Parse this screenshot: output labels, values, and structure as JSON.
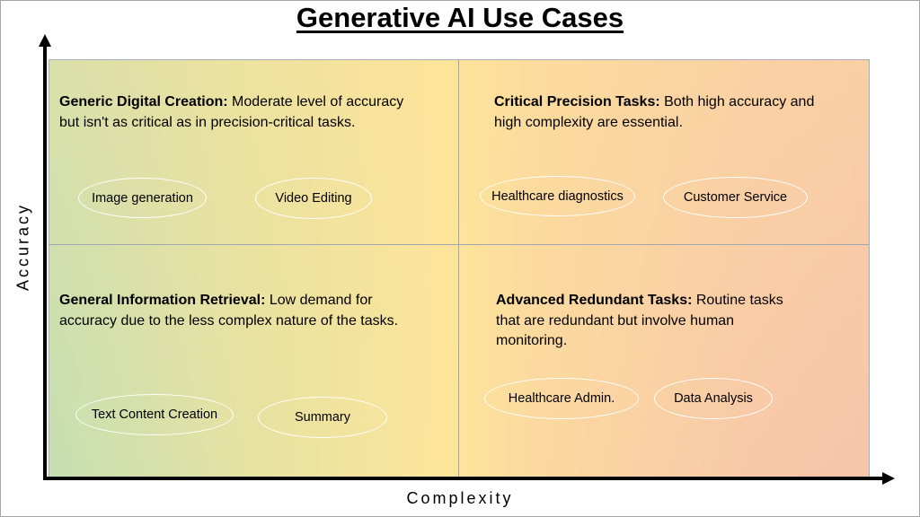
{
  "title": "Generative AI Use Cases",
  "axes": {
    "x_label": "Complexity",
    "y_label": "Accuracy"
  },
  "quadrants": [
    {
      "heading": "Generic Digital Creation:",
      "text": " Moderate level of accuracy but isn't as critical as in precision-critical tasks.",
      "items": [
        "Image generation",
        "Video Editing"
      ]
    },
    {
      "heading": "Critical Precision Tasks:",
      "text": " Both high accuracy and high complexity are essential.",
      "items": [
        "Healthcare diagnostics",
        "Customer Service"
      ]
    },
    {
      "heading": "General Information Retrieval:",
      "text": " Low demand for accuracy due to the less complex nature of the tasks.",
      "items": [
        "Text Content Creation",
        "Summary"
      ]
    },
    {
      "heading": "Advanced Redundant Tasks:",
      "text": " Routine tasks that are redundant but involve human monitoring.",
      "items": [
        "Healthcare Admin.",
        "Data Analysis"
      ]
    }
  ]
}
